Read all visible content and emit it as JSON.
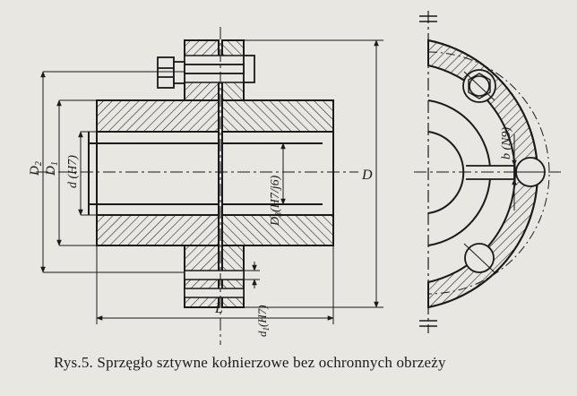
{
  "figure": {
    "caption": "Rys.5. Sprzęgło sztywne kołnierzowe bez ochronnych obrzeży"
  },
  "labels": {
    "D2": "D",
    "D2_sub": "2",
    "D1": "D",
    "D1_sub": "1",
    "d_H7": "d (H7)",
    "D3": "D",
    "D3_sub": "3",
    "D3_fit": "(H7/j6)",
    "D": "D",
    "L": "L",
    "d1": "d",
    "d1_sub": "1",
    "d1_fit": "(H7)",
    "b_N9": "b (N9)"
  },
  "colors": {
    "ink": "#1a1a1a",
    "paper": "#e9e7e2",
    "ghost_text": "#bdbab3"
  }
}
